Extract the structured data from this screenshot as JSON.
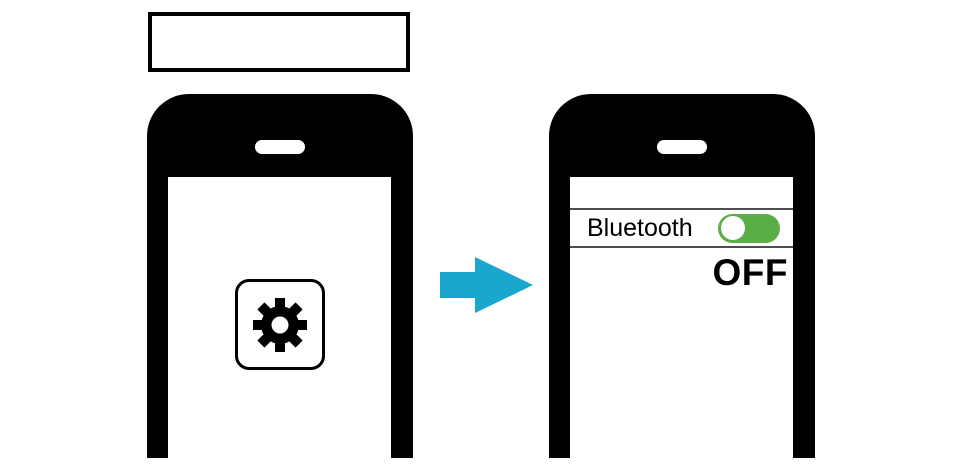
{
  "caption_box": {
    "text": ""
  },
  "left_phone": {
    "app_icon": "gear-icon"
  },
  "arrow": {
    "icon": "arrow-right-icon",
    "color": "#1aa7cd"
  },
  "right_phone": {
    "bluetooth_label": "Bluetooth",
    "state_text": "OFF",
    "toggle_state": "off"
  },
  "colors": {
    "arrow_cyan": "#1aa7cd",
    "toggle_green": "#5bad46",
    "phone_black": "#000000",
    "divider_gray": "#4d4d4d"
  }
}
